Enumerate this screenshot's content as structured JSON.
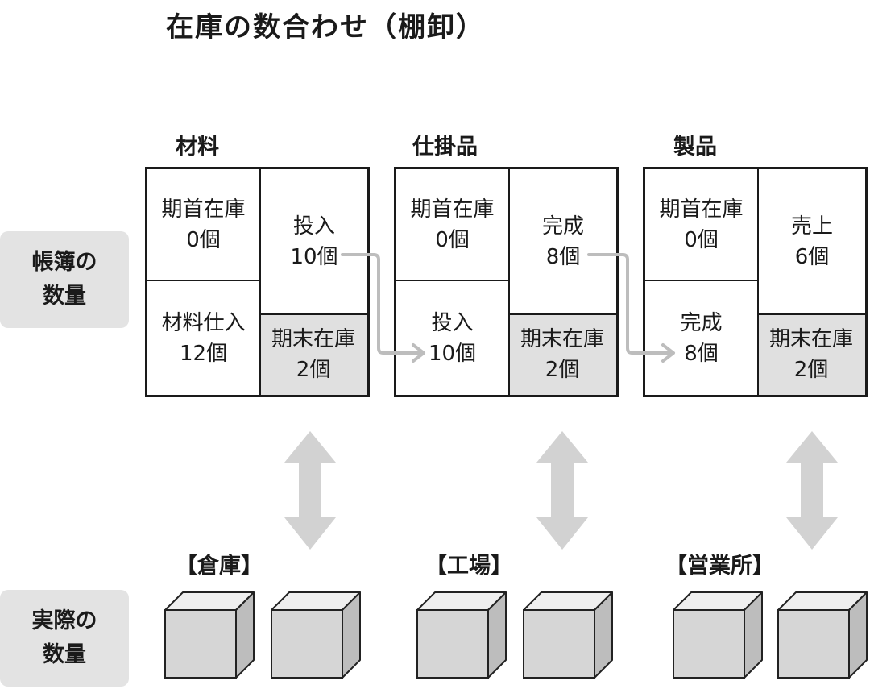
{
  "title": "在庫の数合わせ（棚卸）",
  "labels": {
    "book": [
      "帳簿の",
      "数量"
    ],
    "actual": [
      "実際の",
      "数量"
    ]
  },
  "panels": [
    {
      "heading": "材料",
      "top_left": [
        "期首在庫",
        "0個"
      ],
      "bottom_left": [
        "材料仕入",
        "12個"
      ],
      "top_right": [
        "投入",
        "10個"
      ],
      "bottom_right": [
        "期末在庫",
        "2個"
      ]
    },
    {
      "heading": "仕掛品",
      "top_left": [
        "期首在庫",
        "0個"
      ],
      "bottom_left": [
        "投入",
        "10個"
      ],
      "top_right": [
        "完成",
        "8個"
      ],
      "bottom_right": [
        "期末在庫",
        "2個"
      ]
    },
    {
      "heading": "製品",
      "top_left": [
        "期首在庫",
        "0個"
      ],
      "bottom_left": [
        "完成",
        "8個"
      ],
      "top_right": [
        "売上",
        "6個"
      ],
      "bottom_right": [
        "期末在庫",
        "2個"
      ]
    }
  ],
  "locations": [
    "【倉庫】",
    "【工場】",
    "【営業所】"
  ],
  "colors": {
    "label_bg": "#e3e3e3",
    "shade": "#e0e0e0",
    "arrow": "#c8c8c8",
    "flow_arrow": "#bdbdbd"
  }
}
